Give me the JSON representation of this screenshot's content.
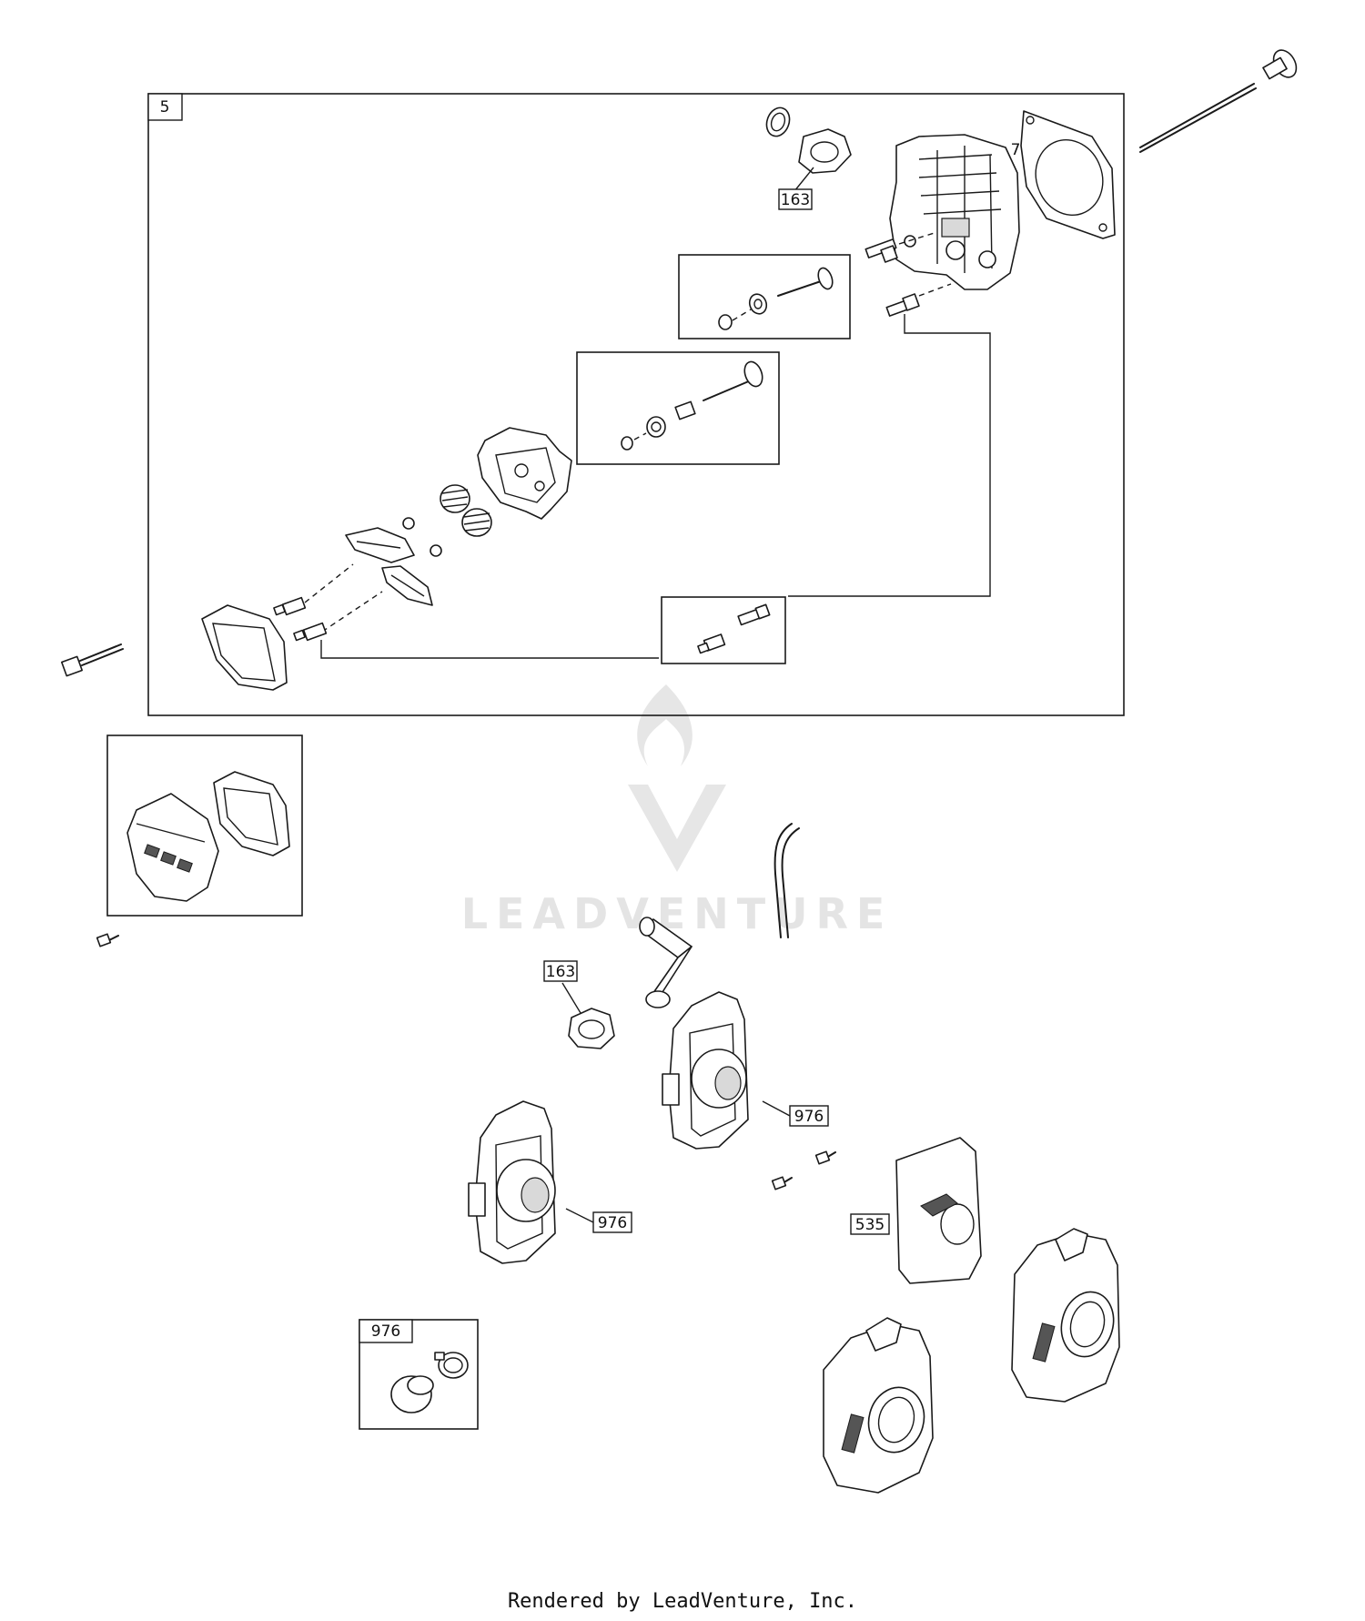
{
  "callouts": {
    "kit_5": "5",
    "gasket_7": "7",
    "gasket_163_top": "163",
    "gasket_163_mid": "163",
    "air_filter_base_976_upper": "976",
    "air_filter_base_976_lower": "976",
    "kit_976": "976",
    "filter_535": "535"
  },
  "watermark": {
    "brand": "LEADVENTURE"
  },
  "footer": {
    "text": "Rendered by LeadVenture, Inc."
  },
  "colors": {
    "line": "#1a1a1a",
    "watermark": "#e4e4e4",
    "background": "#ffffff"
  }
}
